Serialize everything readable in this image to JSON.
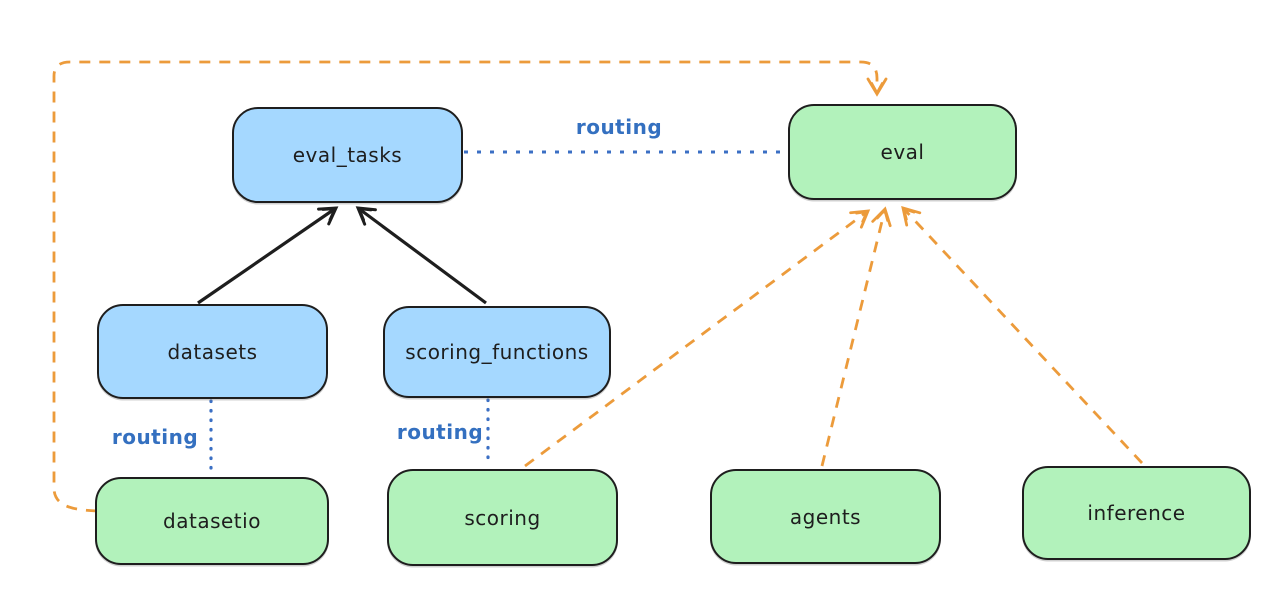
{
  "diagram": {
    "background": "#ffffff",
    "palette": {
      "blue_node_fill": "#a5d8ff",
      "green_node_fill": "#b2f2bb",
      "node_stroke": "#1e1e1e",
      "routing_text_color": "#3470c0",
      "dotted_edge_color": "#3b6fc4",
      "dashed_edge_color": "#ec9b3b",
      "solid_edge_color": "#1e1e1e"
    },
    "nodes": [
      {
        "id": "eval_tasks",
        "label": "eval_tasks",
        "kind": "blue"
      },
      {
        "id": "eval",
        "label": "eval",
        "kind": "green"
      },
      {
        "id": "datasets",
        "label": "datasets",
        "kind": "blue"
      },
      {
        "id": "scoring_functions",
        "label": "scoring_functions",
        "kind": "blue"
      },
      {
        "id": "datasetio",
        "label": "datasetio",
        "kind": "green"
      },
      {
        "id": "scoring",
        "label": "scoring",
        "kind": "green"
      },
      {
        "id": "agents",
        "label": "agents",
        "kind": "green"
      },
      {
        "id": "inference",
        "label": "inference",
        "kind": "green"
      }
    ],
    "edges": [
      {
        "from": "eval_tasks",
        "to": "eval",
        "style": "dotted-blue",
        "label": "routing"
      },
      {
        "from": "datasets",
        "to": "datasetio",
        "style": "dotted-blue",
        "label": "routing"
      },
      {
        "from": "scoring_functions",
        "to": "scoring",
        "style": "dotted-blue",
        "label": "routing"
      },
      {
        "from": "datasets",
        "to": "eval_tasks",
        "style": "solid-black-arrow",
        "label": ""
      },
      {
        "from": "scoring_functions",
        "to": "eval_tasks",
        "style": "solid-black-arrow",
        "label": ""
      },
      {
        "from": "datasetio",
        "to": "eval",
        "style": "dashed-orange-arrow",
        "label": ""
      },
      {
        "from": "scoring",
        "to": "eval",
        "style": "dashed-orange-arrow",
        "label": ""
      },
      {
        "from": "agents",
        "to": "eval",
        "style": "dashed-orange-arrow",
        "label": ""
      },
      {
        "from": "inference",
        "to": "eval",
        "style": "dashed-orange-arrow",
        "label": ""
      }
    ]
  }
}
